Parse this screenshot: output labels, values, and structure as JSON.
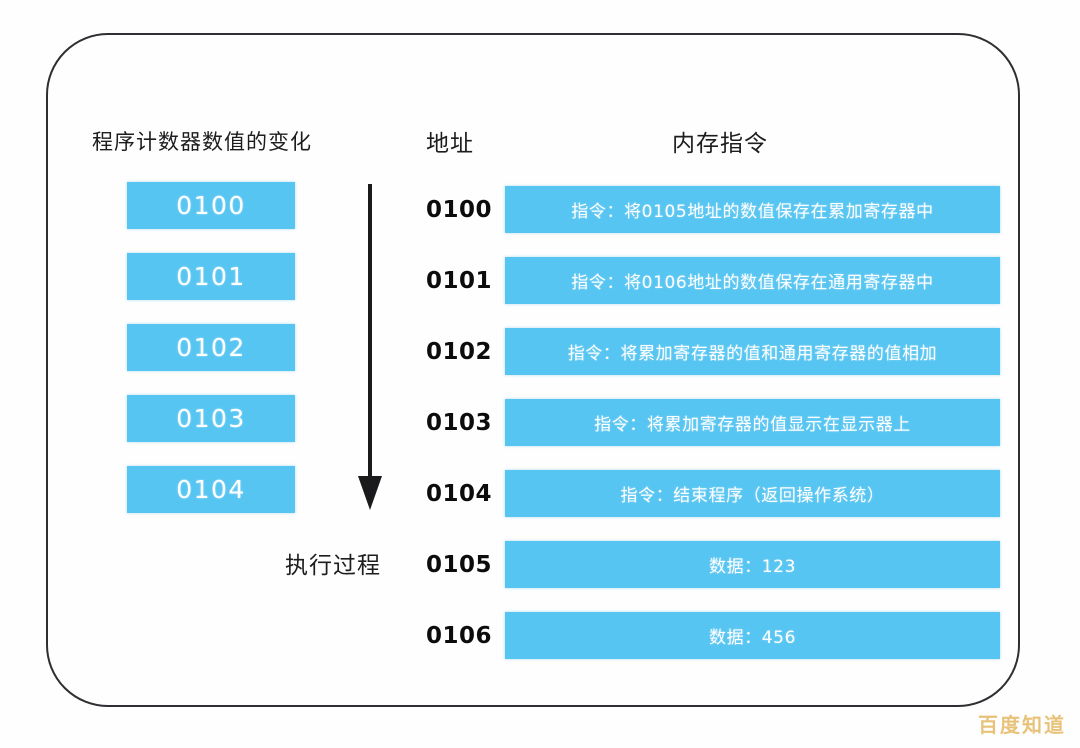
{
  "headers": {
    "program_counter": "程序计数器数值的变化",
    "address": "地址",
    "memory_instruction": "内存指令"
  },
  "process": {
    "label": "执行过程",
    "arrow_icon": "down-arrow-icon"
  },
  "program_counter_values": [
    "0100",
    "0101",
    "0102",
    "0103",
    "0104"
  ],
  "memory_rows": [
    {
      "address": "0100",
      "content": "指令：将0105地址的数值保存在累加寄存器中"
    },
    {
      "address": "0101",
      "content": "指令：将0106地址的数值保存在通用寄存器中"
    },
    {
      "address": "0102",
      "content": "指令：将累加寄存器的值和通用寄存器的值相加"
    },
    {
      "address": "0103",
      "content": "指令：将累加寄存器的值显示在显示器上"
    },
    {
      "address": "0104",
      "content": "指令：结束程序（返回操作系统）"
    },
    {
      "address": "0105",
      "content": "数据：123"
    },
    {
      "address": "0106",
      "content": "数据：456"
    }
  ],
  "watermark": "百度知道",
  "colors": {
    "bar_blue": "#56c5f2",
    "border_dark": "#2f2f33",
    "text_dark": "#1d1d1f",
    "watermark_gold": "#e9c27a",
    "background": "#fefefe"
  }
}
